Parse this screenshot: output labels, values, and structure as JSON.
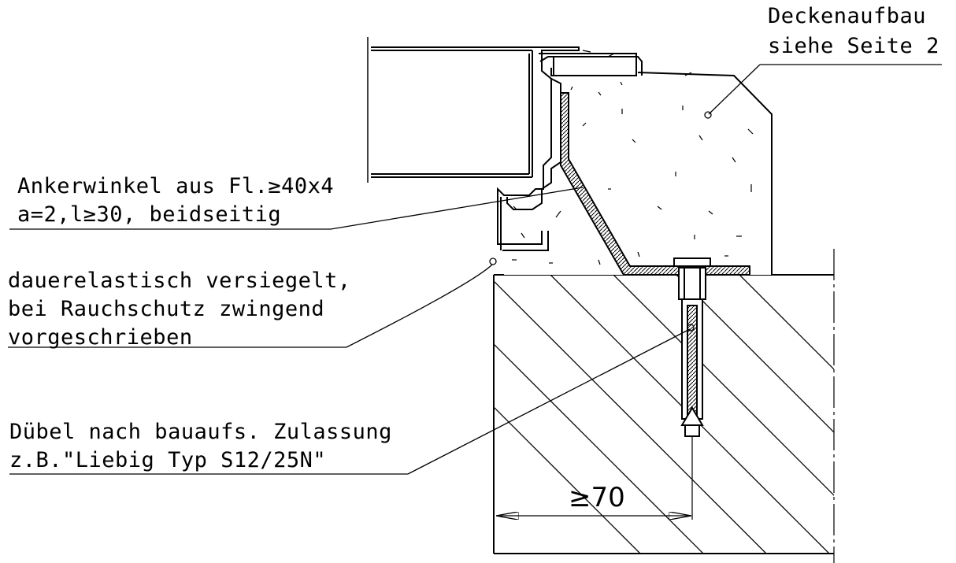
{
  "labels": {
    "deckenaufbau": [
      "Deckenaufbau",
      "siehe Seite 2"
    ],
    "ankerwinkel": [
      "Ankerwinkel aus Fl.≥40x4",
      "a=2,l≥30, beidseitig"
    ],
    "versiegelt": [
      "dauerelastisch versiegelt,",
      "bei Rauchschutz zwingend",
      "vorgeschrieben"
    ],
    "duebel": [
      "Dübel nach bauaufs. Zulassung",
      "z.B.\"Liebig Typ S12/25N\""
    ],
    "dimension": "≥70"
  }
}
